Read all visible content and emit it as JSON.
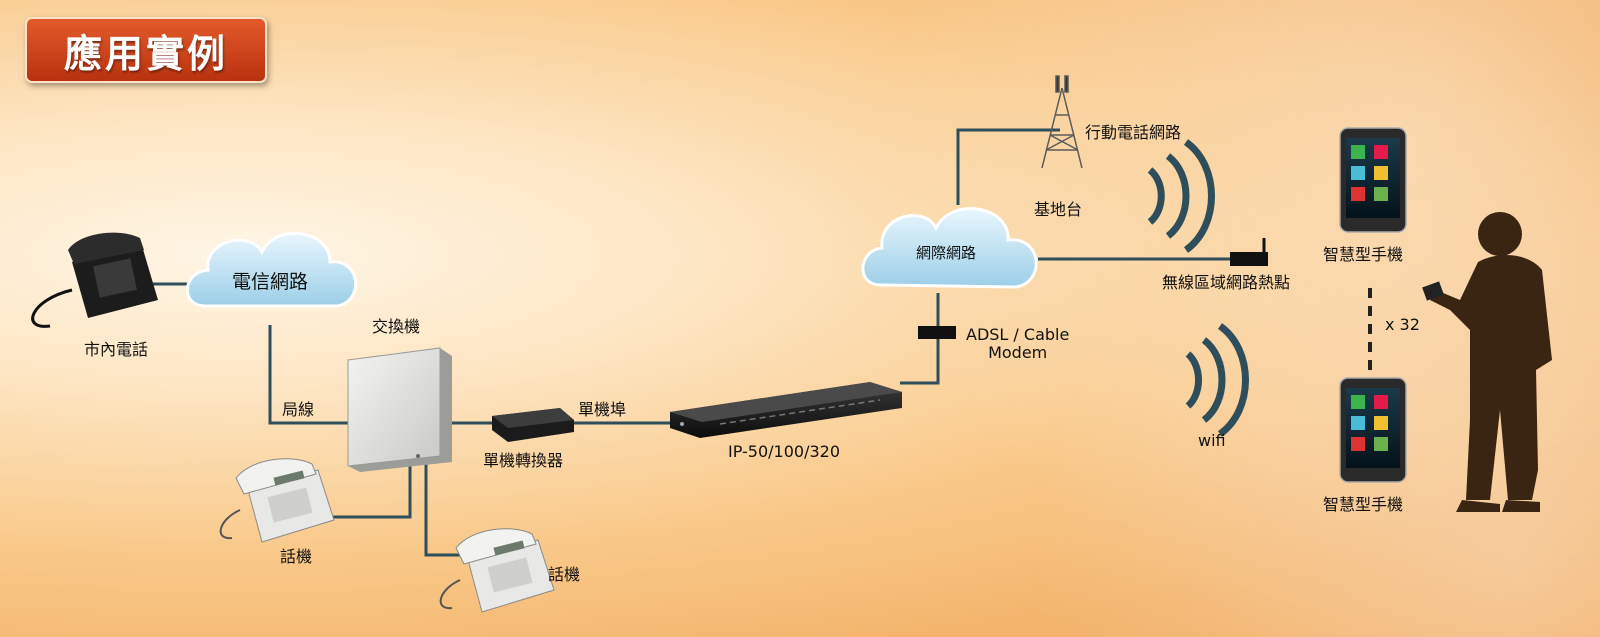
{
  "title": "應用實例",
  "nodes": {
    "telecom_network": "電信網路",
    "internet": "網際網路",
    "local_phone": "市內電話",
    "pbx": "交換機",
    "trunk": "局線",
    "extension_port": "單機埠",
    "extension_converter": "單機轉換器",
    "gateway": "IP-50/100/320",
    "phone_left": "話機",
    "phone_bottom": "話機",
    "modem_line1": "ADSL / Cable",
    "modem_line2": "Modem",
    "mobile_network": "行動電話網路",
    "base_station": "基地台",
    "wifi_hotspot": "無線區域網路熱點",
    "wifi": "wifi",
    "smartphone_top": "智慧型手機",
    "smartphone_bottom": "智慧型手機",
    "phone_count": "x 32"
  },
  "colors": {
    "title_bg": "#c8401a",
    "line": "#2d4e5a",
    "cloud": "#a9d6ec"
  }
}
